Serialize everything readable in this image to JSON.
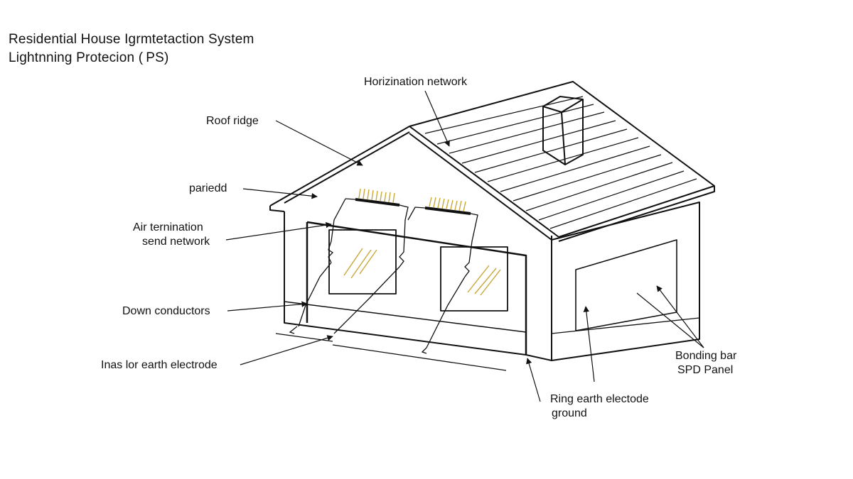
{
  "title": {
    "line1": "Residential House Igrmtetaction System",
    "line2": "Lightnning Protecion ( PS)"
  },
  "labels": {
    "horizination_network": "Horizination network",
    "roof_ridge": "Roof ridge",
    "pariedd": "pariedd",
    "air_termination_line1": "Air ternination",
    "air_termination_line2": "send network",
    "down_conductors": "Down conductors",
    "earth_electrode": "Inas lor earth electrode",
    "bonding_bar_line1": "Bonding bar",
    "bonding_bar_line2": "SPD Panel",
    "ring_earth_line1": "Ring earth electode",
    "ring_earth_line2": "ground"
  },
  "colors": {
    "line": "#111111",
    "air_terminal_bristles": "#c8a83a"
  }
}
